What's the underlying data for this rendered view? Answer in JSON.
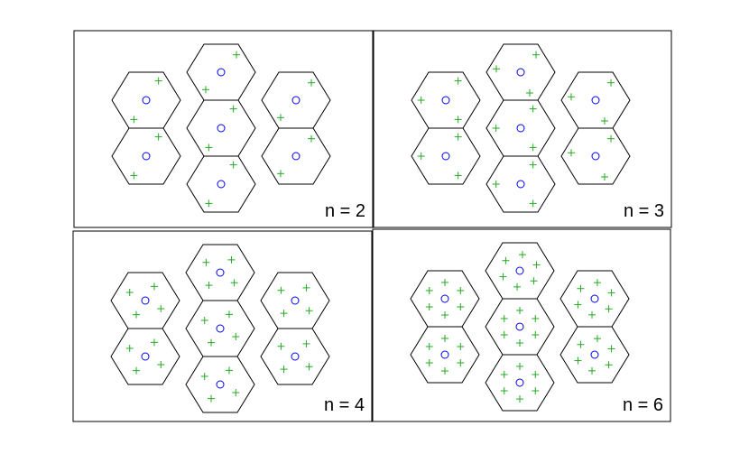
{
  "colors": {
    "frame": "#000000",
    "hex": "#000000",
    "center": "#0000ff",
    "plus": "#22aa22"
  },
  "panels": [
    {
      "label": "n = 2",
      "n": 2,
      "rotation_deg": 0
    },
    {
      "label": "n = 3",
      "n": 3,
      "rotation_deg": 0
    },
    {
      "label": "n = 4",
      "n": 4,
      "rotation_deg": 0
    },
    {
      "label": "n = 6",
      "n": 6,
      "rotation_deg": 30
    }
  ]
}
